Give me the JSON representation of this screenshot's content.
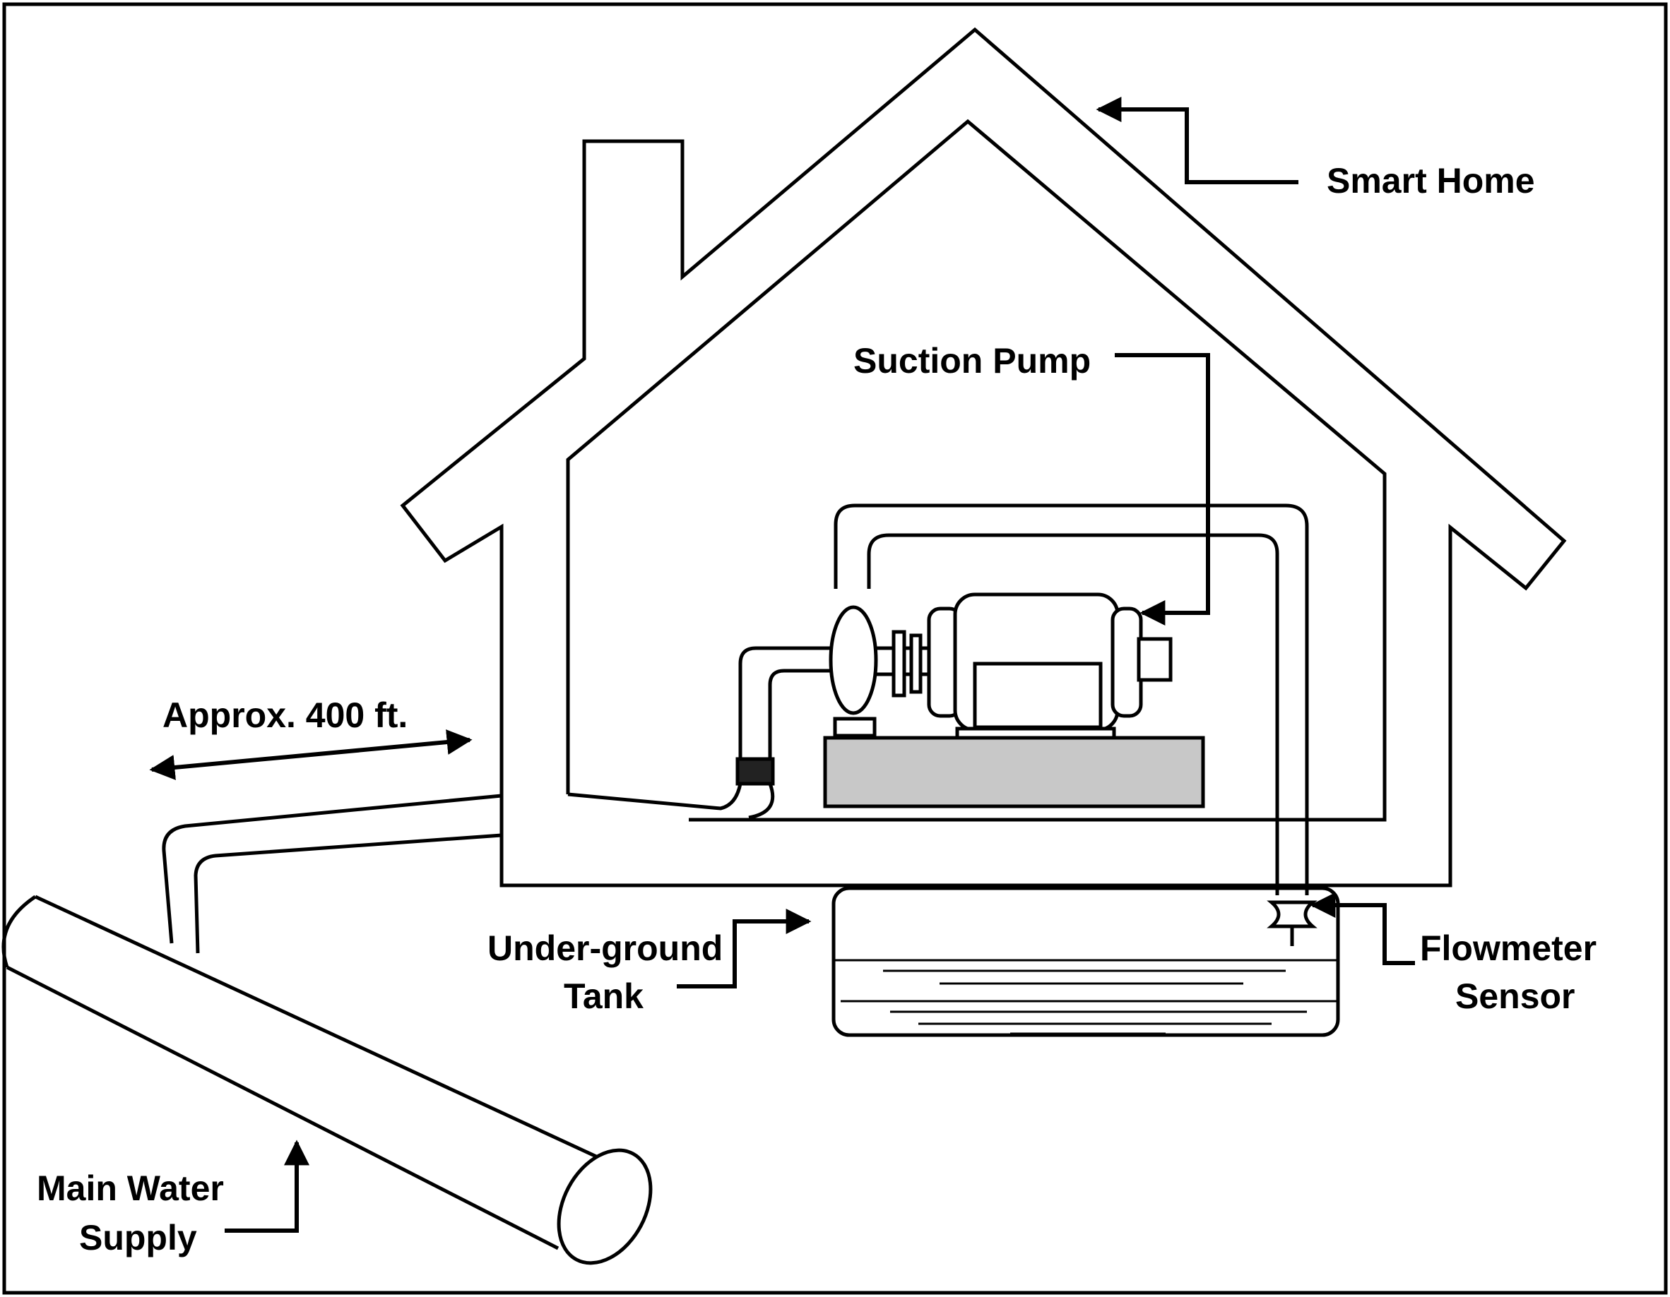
{
  "labels": {
    "smart_home": "Smart Home",
    "suction_pump": "Suction Pump",
    "distance": "Approx. 400 ft.",
    "tank_line1": "Under-ground",
    "tank_line2": "Tank",
    "flowmeter_line1": "Flowmeter",
    "flowmeter_line2": "Sensor",
    "main_line1": "Main Water",
    "main_line2": "Supply"
  },
  "colors": {
    "stroke": "#000000",
    "background": "#ffffff",
    "pump_base": "#c8c8c8",
    "coupling": "#222222"
  }
}
